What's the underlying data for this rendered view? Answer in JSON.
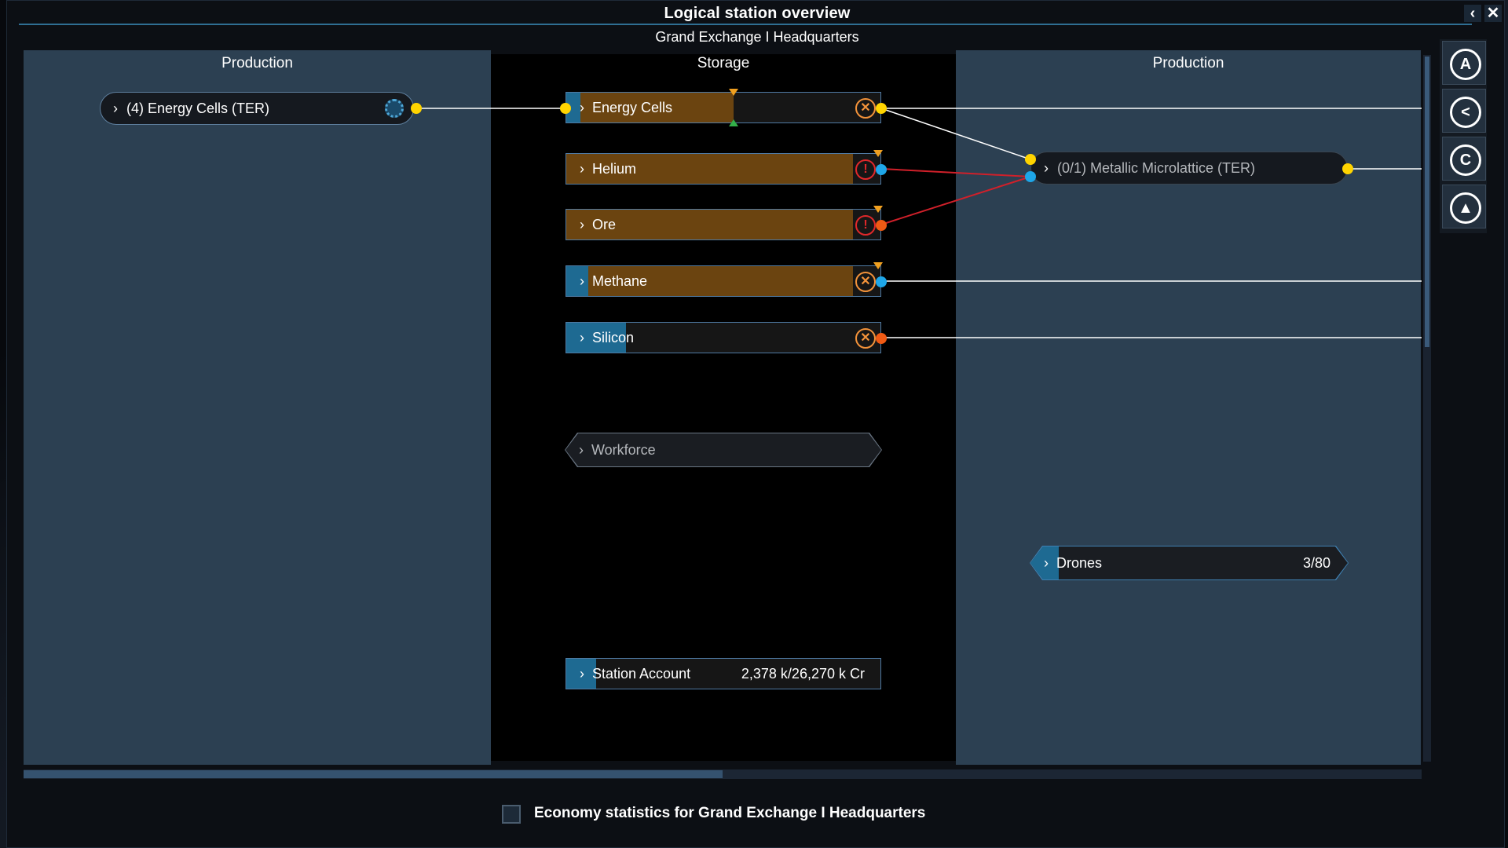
{
  "window": {
    "title": "Logical station overview",
    "subtitle": "Grand Exchange I Headquarters",
    "back_label": "‹",
    "close_label": "✕"
  },
  "columns": {
    "left_heading": "Production",
    "middle_heading": "Storage",
    "right_heading": "Production"
  },
  "left_production": {
    "module_label": "(4) Energy Cells (TER)"
  },
  "storage": {
    "items": [
      {
        "label": "Energy Cells",
        "fill_fraction": 0.53,
        "status": "x"
      },
      {
        "label": "Helium",
        "fill_fraction": 1.0,
        "status": "warning"
      },
      {
        "label": "Ore",
        "fill_fraction": 1.0,
        "status": "warning"
      },
      {
        "label": "Methane",
        "fill_fraction": 1.0,
        "status": "x"
      },
      {
        "label": "Silicon",
        "fill_fraction": 0.17,
        "status": "x"
      }
    ],
    "workforce_label": "Workforce",
    "account_label": "Station Account",
    "account_value": "2,378 k/26,270 k Cr"
  },
  "right_production": {
    "module_label": "(0/1) Metallic Microlattice (TER)",
    "drones_label": "Drones",
    "drones_value": "3/80"
  },
  "sidebar": {
    "icons": [
      "compass-icon",
      "share-icon",
      "credits-icon",
      "flask-icon"
    ]
  },
  "footer": {
    "economy_label": "Economy statistics for Grand Exchange I Headquarters",
    "checkbox_checked": false
  },
  "colors": {
    "panel": "#2c4052",
    "storage_bg": "#000000",
    "amber_fill": "#6b4410",
    "blue_fill": "#1e6a92",
    "yellow_connector": "#ffd400",
    "blue_connector": "#1ea6e8",
    "orange_connector": "#f05a14",
    "warning_red": "#e0282a",
    "x_orange": "#f2923a"
  }
}
